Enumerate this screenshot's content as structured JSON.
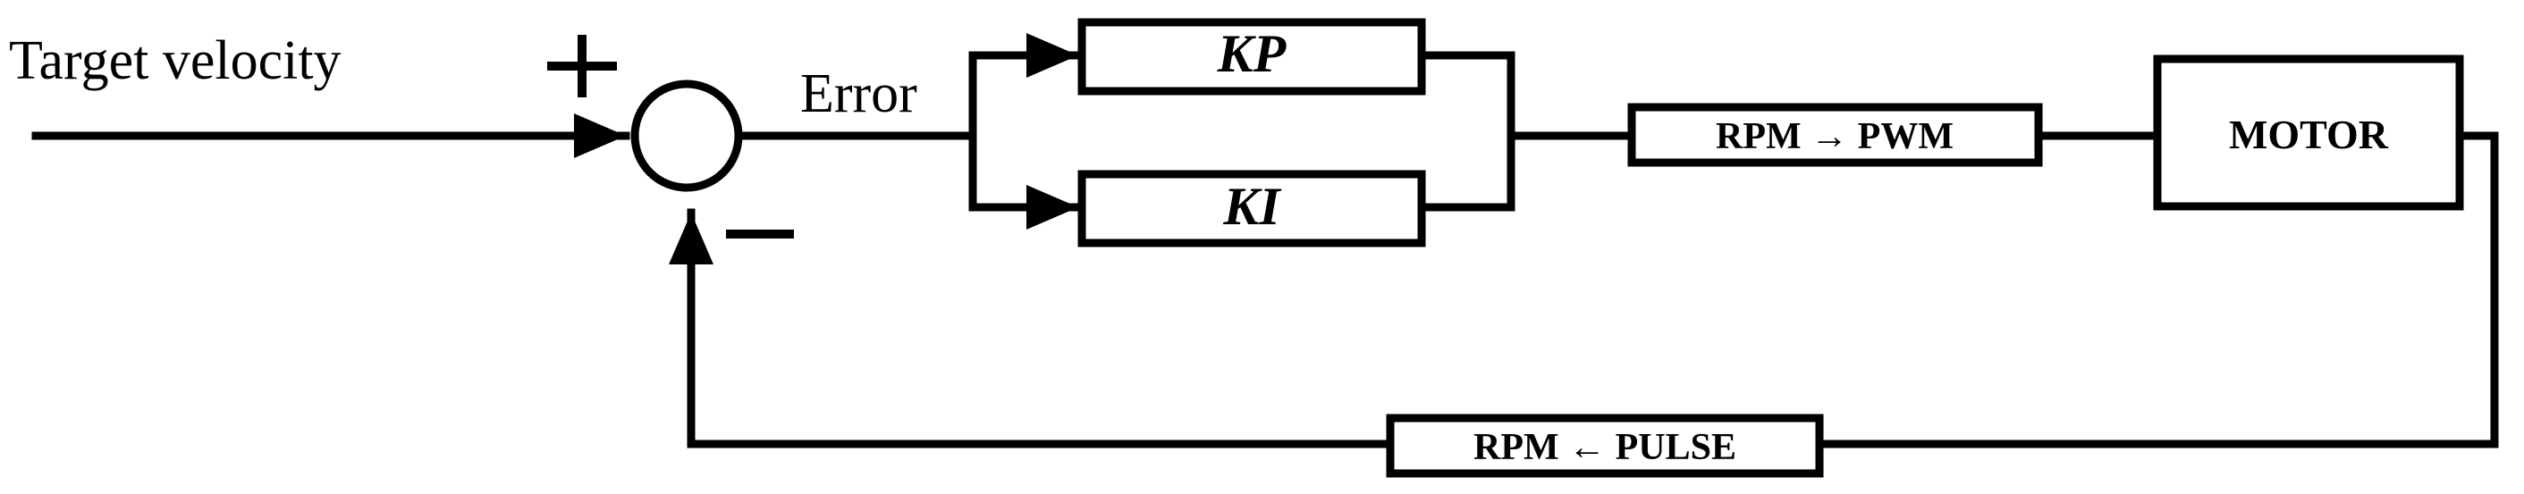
{
  "input_label": "Target velocity",
  "plus_sign": "+",
  "minus_sign": "−",
  "error_label": "Error",
  "blocks": {
    "kp": "KP",
    "ki": "KI",
    "rpm_to_pwm": "RPM → PWM",
    "motor": "MOTOR",
    "rpm_from_pulse": "RPM ← PULSE"
  }
}
